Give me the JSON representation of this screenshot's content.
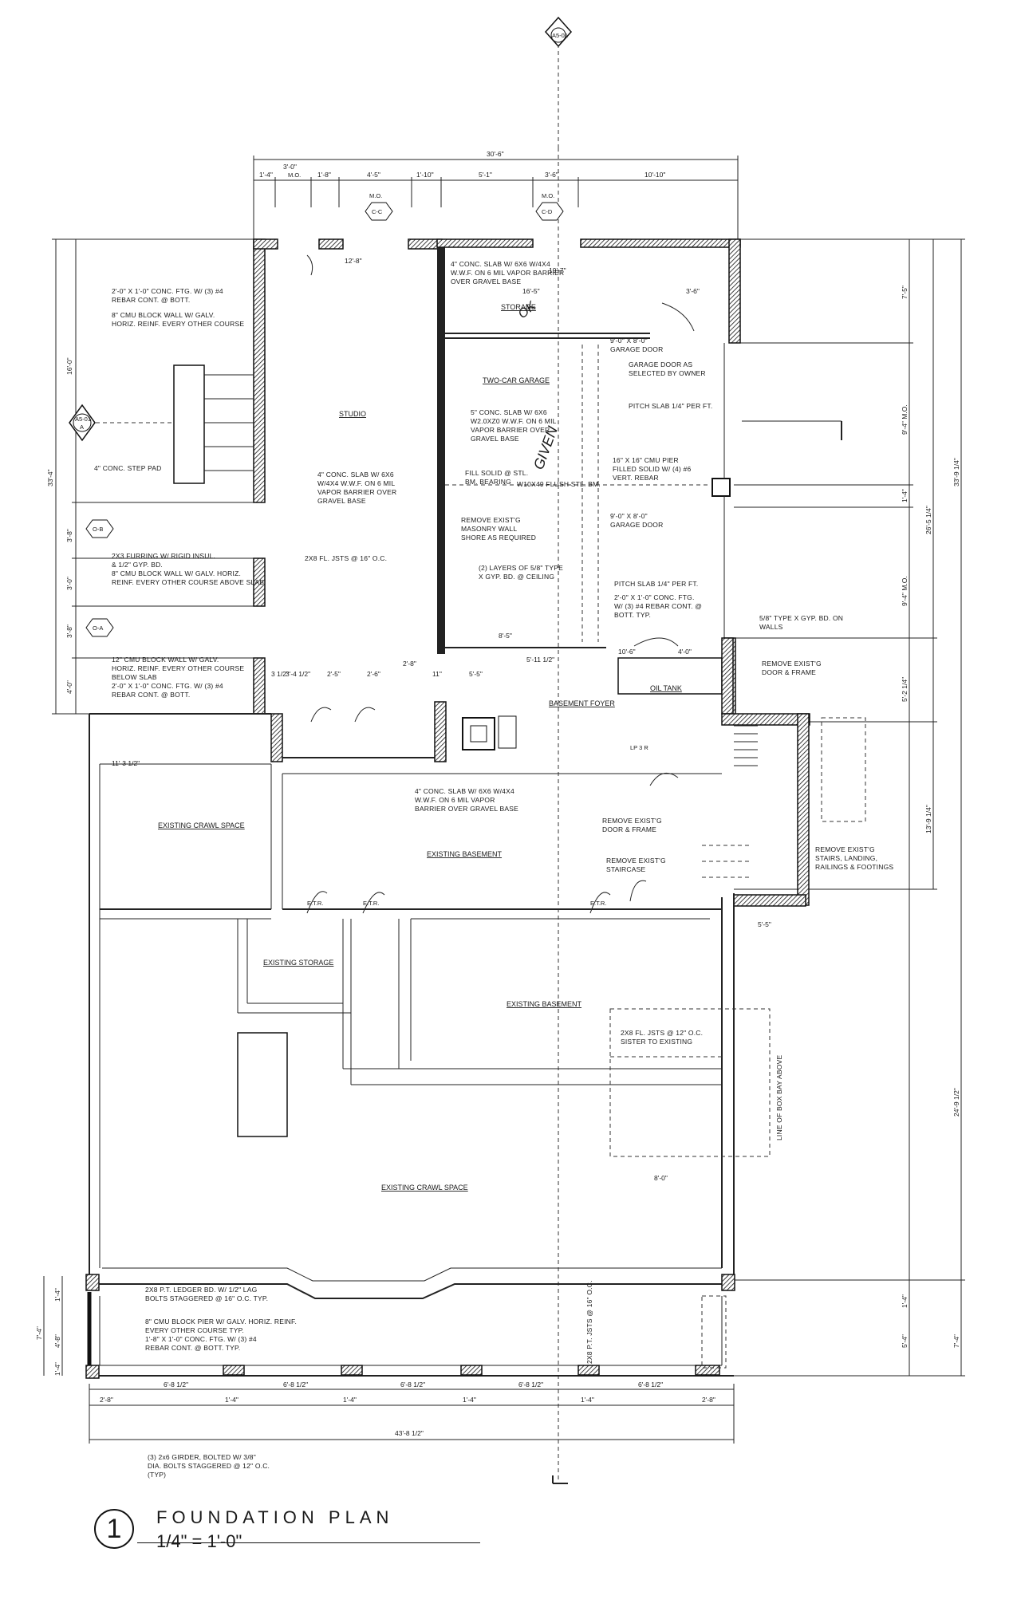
{
  "title": {
    "number": "1",
    "name": "FOUNDATION PLAN",
    "scale": "1/4\" = 1'-0\""
  },
  "markers": {
    "north": "A5-01",
    "section_a": "A5-01",
    "section_letter": "A",
    "cd": "C-C",
    "dd": "C-D",
    "ob": "O-B",
    "oa": "O-A"
  },
  "rooms": {
    "studio": "STUDIO",
    "storage": "STORAGE",
    "garage": "TWO-CAR GARAGE",
    "basement_foyer": "BASEMENT FOYER",
    "oil_tank": "OIL TANK",
    "existing_crawl_1": "EXISTING CRAWL SPACE",
    "existing_basement_1": "EXISTING BASEMENT",
    "existing_storage": "EXISTING STORAGE",
    "existing_basement_2": "EXISTING BASEMENT",
    "existing_crawl_2": "EXISTING CRAWL SPACE"
  },
  "notes": {
    "footing_top": "2'-0\" X 1'-0\" CONC. FTG. W/ (3) #4\nREBAR CONT. @ BOTT.",
    "cmu_wall": "8\" CMU BLOCK WALL W/ GALV.\nHORIZ. REINF. EVERY OTHER COURSE",
    "step_pad": "4\" CONC. STEP PAD",
    "storage_slab": "4\" CONC. SLAB W/ 6X6 W/4X4\nW.W.F. ON 6 MIL VAPOR BARRIER\nOVER GRAVEL BASE",
    "garage_slab": "5\" CONC. SLAB W/ 6X6\nW2.0XZ0 W.W.F. ON 6 MIL\nVAPOR BARRIER OVER\nGRAVEL BASE",
    "studio_slab": "4\" CONC. SLAB W/ 6X6\nW/4X4 W.W.F. ON 6 MIL\nVAPOR BARRIER OVER\nGRAVEL BASE",
    "studio_joists": "2X8 FL. JSTS @ 16\" O.C.",
    "garage_door_1": "GARAGE DOOR AS\nSELECTED BY OWNER",
    "pitch_1": "PITCH SLAB 1/4\" PER FT.",
    "pier": "16\" X 16\" CMU PIER\nFILLED SOLID W/ (4) #6\nVERT. REBAR",
    "fill_solid": "FILL SOLID @ STL.\nBM. BEARING",
    "flush_beam": "W10X49 FLUSH STL. BM.",
    "remove_wall": "REMOVE EXIST'G\nMASONRY WALL\nSHORE AS REQUIRED",
    "layers": "(2) LAYERS OF 5/8\" TYPE\nX GYP. BD. @ CEILING",
    "pitch_2": "PITCH SLAB 1/4\" PER FT.",
    "footing_garage": "2'-0\" X 1'-0\" CONC. FTG.\nW/ (3) #4 REBAR CONT. @\nBOTT. TYP.",
    "gyp_walls": "5/8\" TYPE X GYP. BD. ON\nWALLS",
    "remove_door_1": "REMOVE EXIST'G\nDOOR & FRAME",
    "furring": "2X3 FURRING W/ RIGID INSUL.\n& 1/2\" GYP. BD.\n8\" CMU BLOCK WALL W/ GALV. HORIZ.\nREINF. EVERY OTHER COURSE ABOVE SLAB",
    "block_12": "12\" CMU BLOCK WALL W/ GALV.\nHORIZ. REINF. EVERY OTHER COURSE\nBELOW SLAB\n2'-0\" X 1'-0\" CONC. FTG. W/ (3) #4\nREBAR CONT. @ BOTT.",
    "basement_slab": "4\" CONC. SLAB W/ 6X6 W/4X4\nW.W.F. ON 6 MIL VAPOR\nBARRIER OVER GRAVEL BASE",
    "remove_door_2": "REMOVE EXIST'G\nDOOR & FRAME",
    "remove_stair": "REMOVE EXIST'G\nSTAIRCASE",
    "remove_stairs_ext": "REMOVE EXIST'G\nSTAIRS, LANDING,\nRAILINGS & FOOTINGS",
    "joists_sister": "2X8 FL. JSTS @ 12\" O.C.\nSISTER TO EXISTING",
    "box_bay": "LINE OF BOX BAY ABOVE",
    "ledger": "2X8 P.T. LEDGER BD. W/ 1/2\" LAG\nBOLTS STAGGERED @ 16\" O.C. TYP.",
    "cmu_pier": "8\" CMU BLOCK PIER W/ GALV. HORIZ. REINF.\nEVERY OTHER COURSE TYP.\n1'-8\" X 1'-0\" CONC. FTG. W/ (3) #4\nREBAR CONT. @ BOTT. TYP.",
    "girder": "(3) 2x6 GIRDER, BOLTED W/ 3/8\"\nDIA. BOLTS STAGGERED @ 12\" O.C.\n(TYP)",
    "porch_joists": "2X8 P.T. JSTS @ 16\" O.C.",
    "header_1": "9'-0\" X 8'-0\"\nGARAGE DOOR",
    "header_2": "9'-0\" X 8'-0\"\nGARAGE DOOR",
    "handwritten": "OK",
    "handwritten2": "GIVEN",
    "lp": "LP 3 R"
  },
  "dims": {
    "overall_top": "30'-6\"",
    "top_1": "1'-4\"",
    "top_2": "3'-0\"\nM.O.",
    "top_3": "1'-8\"",
    "top_4": "4'-5\"",
    "top_5": "1'-10\"",
    "top_6": "5'-1\"",
    "top_7": "3'-6\"",
    "top_8": "10'-10\"",
    "mo_1": "M.O.",
    "mo_2": "M.O.",
    "studio_w": "12'-8\"",
    "storage_w": "19'-7\"",
    "storage_2": "16'-5\"",
    "storage_3": "3'-6\"",
    "left_1": "16'-0\"",
    "left_2": "33'-4\"",
    "left_3": "3'-8\"\nM.O.",
    "left_4": "3'-0\"",
    "left_5": "3'-8\"\nM.O.",
    "left_6": "4'-0\"",
    "right_1": "7'-5\"",
    "right_2": "9'-4\" M.O.",
    "right_3": "1'-4\"",
    "right_4": "9'-4\" M.O.",
    "right_5": "33'-9 1/4\"",
    "right_6": "26'-5 1/4\"",
    "right_7": "5'-2 1/4\"",
    "right_8": "13'-9 1/4\"",
    "right_9": "24'-9 1/2\"",
    "right_10": "7'-4\"",
    "right_11": "5'-4\"",
    "right_12": "7'-4\"",
    "right_13": "1'-4\"",
    "right_14": "1'-4\"",
    "garage_depth": "8'-5\"",
    "mid_1": "3 1/2\"",
    "mid_2": "3'-4 1/2\"",
    "mid_3": "2'-5\"",
    "mid_4": "2'-6\"",
    "mid_5": "2'-8\"",
    "mid_6": "11\"",
    "mid_7": "5'-5\"",
    "mid_8": "5'-11 1/2\"",
    "mid_9": "10'-6\"",
    "mid_10": "4'-0\"",
    "mid_11": "11'-3 1/2\"",
    "mid_12": "8'-0\"",
    "mid_13": "5'-5\"",
    "bottom_1": "2'-8\"",
    "bottom_2": "6'-8 1/2\"",
    "bottom_3": "1'-4\"",
    "bottom_4": "6'-8 1/2\"",
    "bottom_5": "1'-4\"",
    "bottom_6": "6'-8 1/2\"",
    "bottom_7": "1'-4\"",
    "bottom_8": "6'-8 1/2\"",
    "bottom_9": "1'-4\"",
    "bottom_10": "6'-8 1/2\"",
    "bottom_11": "2'-8\"",
    "bottom_overall": "43'-8 1/2\"",
    "porch_1": "1'-4\"",
    "porch_2": "4'-8\"",
    "porch_3": "7'-4\"",
    "porch_4": "1'-4\"",
    "etr_1": "E.T.R.",
    "etr_2": "E.T.R.",
    "etr_3": "E.T.R."
  }
}
